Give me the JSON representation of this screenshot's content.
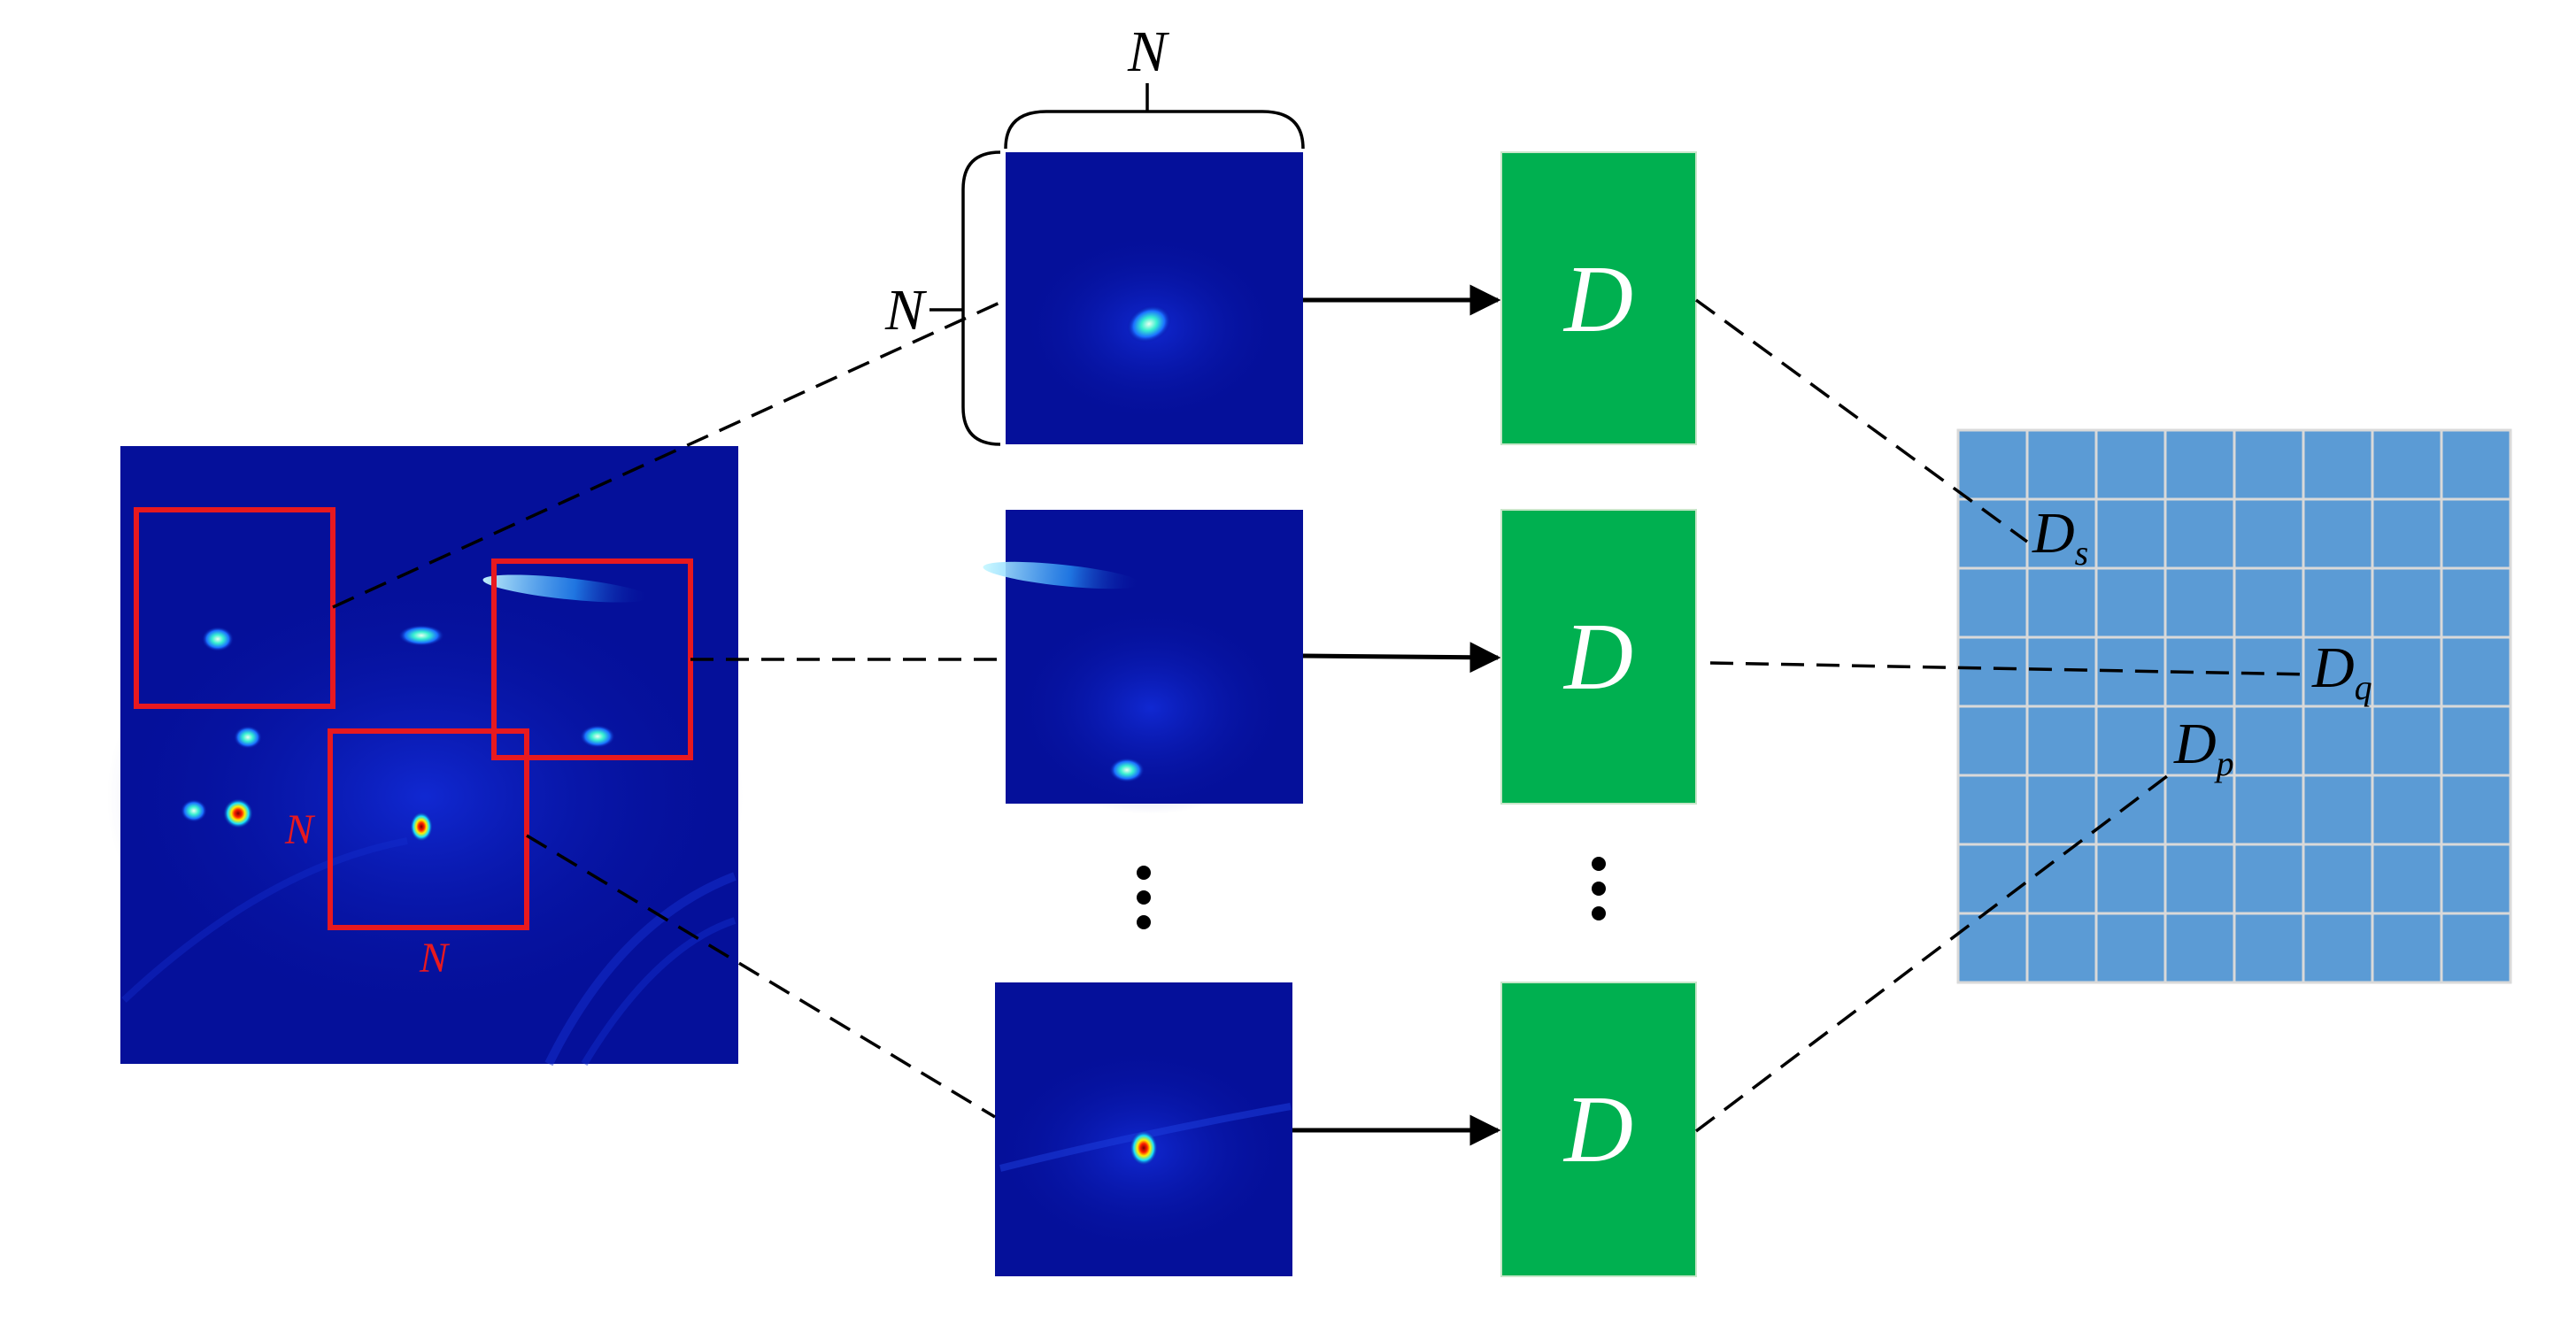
{
  "labels": {
    "patch_size_n": "N",
    "source_width_n": "N",
    "source_height_n": "N",
    "crop_width_n": "N",
    "crop_height_n": "N",
    "detector": "D",
    "output_s_main": "D",
    "output_s_sub": "s",
    "output_q_main": "D",
    "output_q_sub": "q",
    "output_p_main": "D",
    "output_p_sub": "p"
  },
  "colors": {
    "image_background": "#05109a",
    "crop_box": "#e8191f",
    "detector_block": "#00b050",
    "grid_background": "#5b9bd5",
    "grid_lines": "#d9d9d9",
    "connector": "#000000"
  },
  "icons": {
    "vertical_ellipsis_1": "vertical-ellipsis",
    "vertical_ellipsis_2": "vertical-ellipsis"
  }
}
